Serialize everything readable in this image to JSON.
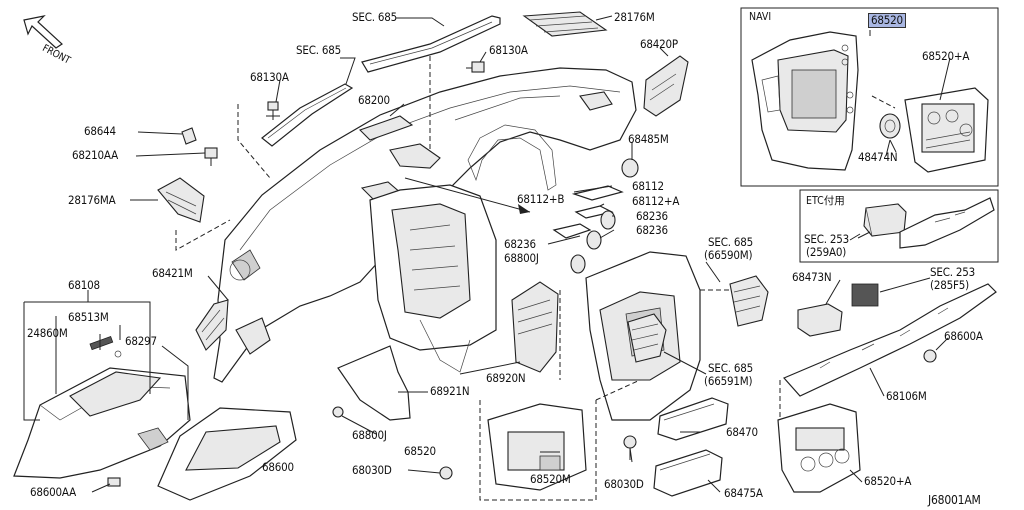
{
  "diagram": {
    "front_label": "FRONT",
    "diagram_code": "J68001AM",
    "boxes": {
      "navi_title": "NAVI",
      "etc_title": "ETC付用"
    },
    "labels": [
      {
        "id": "sec685-top",
        "text": "SEC. 685"
      },
      {
        "id": "p28176m",
        "text": "28176M"
      },
      {
        "id": "sec685-upper",
        "text": "SEC. 685"
      },
      {
        "id": "p68130a-right",
        "text": "68130A"
      },
      {
        "id": "p68420p",
        "text": "68420P"
      },
      {
        "id": "p68130a-left",
        "text": "68130A"
      },
      {
        "id": "p68200",
        "text": "68200"
      },
      {
        "id": "p68644",
        "text": "68644"
      },
      {
        "id": "p68210aa",
        "text": "68210AA"
      },
      {
        "id": "p68485m",
        "text": "68485M"
      },
      {
        "id": "p28176ma",
        "text": "28176MA"
      },
      {
        "id": "p68112",
        "text": "68112"
      },
      {
        "id": "p68112b",
        "text": "68112+B"
      },
      {
        "id": "p68112a",
        "text": "68112+A"
      },
      {
        "id": "p68236-a",
        "text": "68236"
      },
      {
        "id": "p68236-b",
        "text": "68236"
      },
      {
        "id": "p68236-c",
        "text": "68236"
      },
      {
        "id": "p68800j-upper",
        "text": "68800J"
      },
      {
        "id": "p68421m",
        "text": "68421M"
      },
      {
        "id": "p68108",
        "text": "68108"
      },
      {
        "id": "p68513m",
        "text": "68513M"
      },
      {
        "id": "p24860m",
        "text": "24860M"
      },
      {
        "id": "p68297",
        "text": "68297"
      },
      {
        "id": "sec685-66590m",
        "text": "SEC. 685"
      },
      {
        "id": "p66590m",
        "text": "(66590M)"
      },
      {
        "id": "p68920n",
        "text": "68920N"
      },
      {
        "id": "p68921n",
        "text": "68921N"
      },
      {
        "id": "sec685-66591m",
        "text": "SEC. 685"
      },
      {
        "id": "p66591m",
        "text": "(66591M)"
      },
      {
        "id": "p68800j-lower",
        "text": "68800J"
      },
      {
        "id": "p68520",
        "text": "68520"
      },
      {
        "id": "p68470",
        "text": "68470"
      },
      {
        "id": "p68600",
        "text": "68600"
      },
      {
        "id": "p68030d-left",
        "text": "68030D"
      },
      {
        "id": "p68030d-right",
        "text": "68030D"
      },
      {
        "id": "p68520m",
        "text": "68520M"
      },
      {
        "id": "p68475a",
        "text": "68475A"
      },
      {
        "id": "p68520a-lower",
        "text": "68520+A"
      },
      {
        "id": "p68600aa",
        "text": "68600AA"
      },
      {
        "id": "p68520-navi",
        "text": "68520"
      },
      {
        "id": "p68520a-navi",
        "text": "68520+A"
      },
      {
        "id": "p48474n",
        "text": "48474N"
      },
      {
        "id": "sec253-259a0",
        "text": "SEC. 253"
      },
      {
        "id": "p259a0",
        "text": "(259A0)"
      },
      {
        "id": "p68473n",
        "text": "68473N"
      },
      {
        "id": "sec253-285f5",
        "text": "SEC. 253"
      },
      {
        "id": "p285f5",
        "text": "(285F5)"
      },
      {
        "id": "p68600a",
        "text": "68600A"
      },
      {
        "id": "p68106m",
        "text": "68106M"
      }
    ]
  }
}
